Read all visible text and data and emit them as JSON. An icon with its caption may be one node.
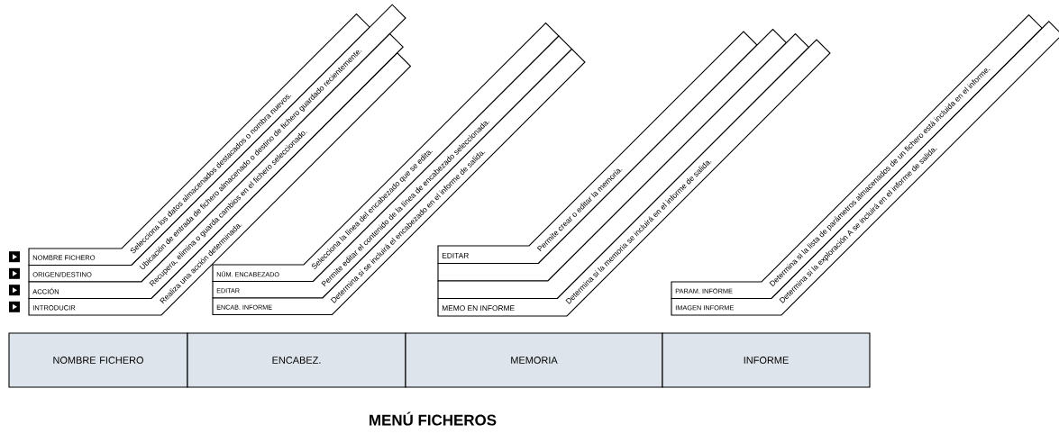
{
  "diagram": {
    "title": "MENÚ FICHEROS",
    "nodes": [
      {
        "text": [
          "NOMBRE FICHERO",
          "Selecciona los datos almacenados destacados o nombra nuevos."
        ]
      },
      {
        "text": [
          "ORIGEN/DESTINO",
          "Ubicación de entrada de fichero almacenado o destino de fichero guardado recientemente."
        ]
      },
      {
        "text": [
          "ACCIÓN",
          "Recupera, elimina o guarda cambios en el fichero seleccionado."
        ]
      },
      {
        "text": [
          "INTRODUCIR",
          "Realiza una acción determinada."
        ]
      },
      {
        "text": [
          "NÚM. ENCABEZADO",
          "Selecciona la línea del encabezado que se edita."
        ]
      },
      {
        "text": [
          "EDITAR",
          "Permite editar el contenido de la línea de encabezado seleccionada."
        ]
      },
      {
        "text": [
          "ENCAB. INFORME",
          "Determina si se incluirá el encabezado en el informe de salida."
        ]
      },
      {
        "text": [
          "EDITAR",
          "Permite crear o editar la memoria."
        ]
      },
      {
        "text": [],
        "shape": "bar"
      },
      {
        "text": [],
        "shape": "bar"
      },
      {
        "text": [
          "MEMO EN INFORME",
          "Determina si la memoria se incluirá en el informe de salida."
        ]
      },
      {
        "text": [
          "PARAM. INFORME",
          "Determina si la lista de parámetros almacenados de un fichero está incluida en el informe."
        ]
      },
      {
        "text": [
          "IMAGEN INFORME",
          "Determina si la exploración A se incluirá en el informe de salida."
        ]
      },
      {
        "text": [
          "NOMBRE FICHERO"
        ]
      },
      {
        "text": [
          "ENCABEZ."
        ]
      },
      {
        "text": [
          "MEMORIA"
        ]
      },
      {
        "text": [
          "INFORME"
        ]
      }
    ],
    "edges": []
  }
}
